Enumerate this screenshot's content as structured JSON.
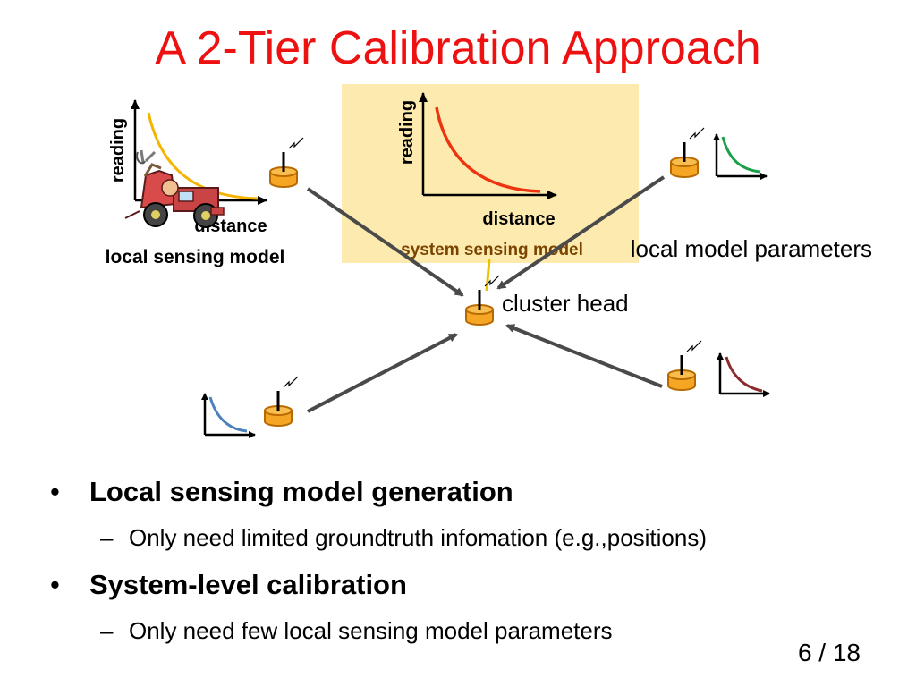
{
  "slide": {
    "title": "A 2-Tier Calibration Approach",
    "page_number": "6 / 18"
  },
  "local_model": {
    "y_axis": "reading",
    "x_axis": "distance",
    "caption": "local sensing model",
    "curve_color": "#f5b400"
  },
  "system_model": {
    "y_axis": "reading",
    "x_axis": "distance",
    "caption": "system sensing model",
    "curve_color": "#ee3311",
    "box_color": "#fdeaae"
  },
  "labels": {
    "local_model_parameters": "local model parameters",
    "cluster_head": "cluster head"
  },
  "mini_curves": {
    "top_right": "#1aa04a",
    "bottom_left": "#4f81bd",
    "bottom_right": "#8b2b2b"
  },
  "bullets": [
    {
      "text": "Local sensing model generation",
      "sub": "Only need limited groundtruth infomation (e.g.,positions)"
    },
    {
      "text": "System-level calibration",
      "sub": "Only need few local sensing model parameters"
    }
  ],
  "markers": {
    "bullet": "•",
    "dash": "–"
  },
  "colors": {
    "title": "#ee1111",
    "sensor_body": "#f4a624",
    "sensor_outline": "#b86a00",
    "arrow": "#4a4a4a"
  }
}
